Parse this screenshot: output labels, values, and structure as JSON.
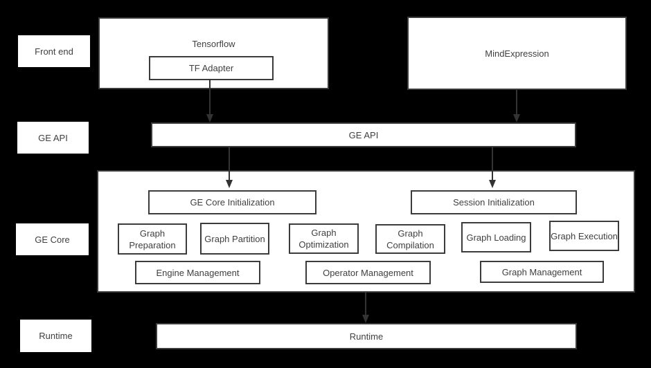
{
  "colors": {
    "background": "#000000",
    "box_fill": "#ffffff",
    "box_border": "#3b3b3b",
    "text": "#3f3f3f",
    "arrow": "#333333"
  },
  "rail": {
    "front_end_label": "Front end",
    "ge_api_label": "GE API",
    "ge_core_label": "GE Core",
    "runtime_label": "Runtime"
  },
  "front_end": {
    "tensorflow_label": "Tensorflow",
    "tf_adapter_label": "TF Adapter",
    "mind_expression_label": "MindExpression"
  },
  "ge_api": {
    "bar_label": "GE API"
  },
  "ge_core": {
    "ge_core_initialization_label": "GE Core Initialization",
    "session_initialization_label": "Session Initialization",
    "modules": [
      "Graph Preparation",
      "Graph Partition",
      "Graph Optimization",
      "Graph Compilation",
      "Graph Loading",
      "Graph Execution"
    ],
    "management": [
      "Engine Management",
      "Operator Management",
      "Graph Management"
    ]
  },
  "runtime": {
    "bar_label": "Runtime"
  }
}
